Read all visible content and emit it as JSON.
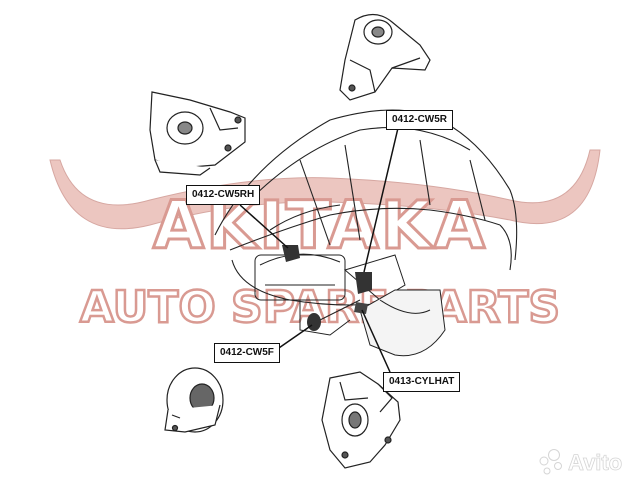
{
  "watermark": {
    "brand": "AKITAKA",
    "tagline": "AUTO SPARE PARTS",
    "color": "#d9a39c",
    "avito_text": "Avito"
  },
  "callouts": {
    "cw5r": "0412-CW5R",
    "cw5rh": "0412-CW5RH",
    "cw5f": "0412-CW5F",
    "cylhat": "0413-CYLHAT"
  },
  "colors": {
    "line": "#111111",
    "watermark": "#d9a39c",
    "highlight": "#e05050"
  }
}
